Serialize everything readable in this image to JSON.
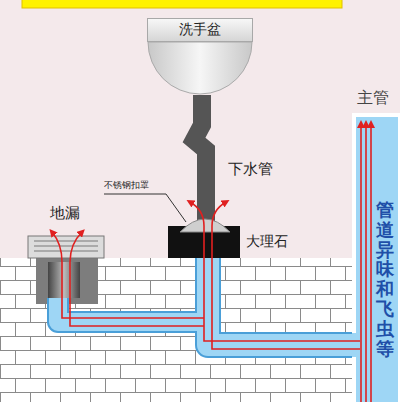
{
  "diagram": {
    "nodes": [
      {
        "text": [
          "洗手盆"
        ]
      }
    ],
    "labels": [
      "下水管",
      "不锈钢扣罩",
      "地漏",
      "大理石",
      "主管",
      "管道异味和飞虫等"
    ]
  }
}
